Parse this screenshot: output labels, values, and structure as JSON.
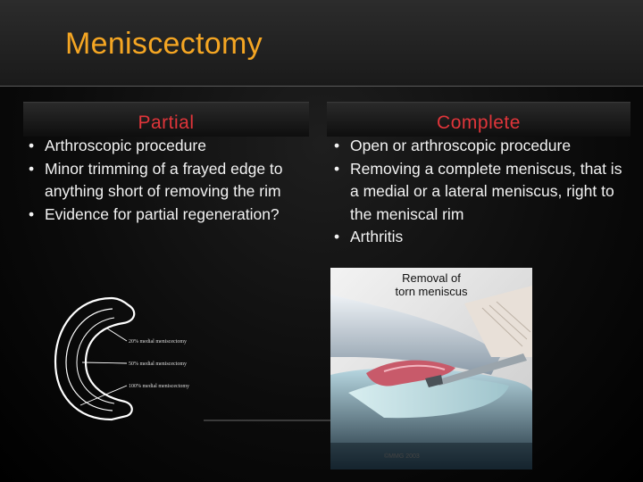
{
  "slide": {
    "title": "Meniscectomy",
    "left_column": {
      "heading": "Partial",
      "bullets": [
        "Arthroscopic procedure",
        "Minor trimming of a frayed edge to anything short of removing the rim",
        "Evidence for partial regeneration?"
      ]
    },
    "right_column": {
      "heading": "Complete",
      "bullets": [
        "Open or arthroscopic procedure",
        "Removing a complete meniscus, that is a medial or a lateral meniscus, right to the meniscal rim",
        "Arthritis"
      ]
    },
    "diagram": {
      "labels": [
        "20% medial meniscectomy",
        "50% medial meniscectomy",
        "100% medial meniscectomy"
      ]
    },
    "photo": {
      "caption_line1": "Removal of",
      "caption_line2": "torn meniscus",
      "credit": "©MMG 2003"
    }
  },
  "colors": {
    "title": "#f5a623",
    "heading": "#e0353a",
    "body_text": "#f2f2f2",
    "background": "#000000"
  }
}
